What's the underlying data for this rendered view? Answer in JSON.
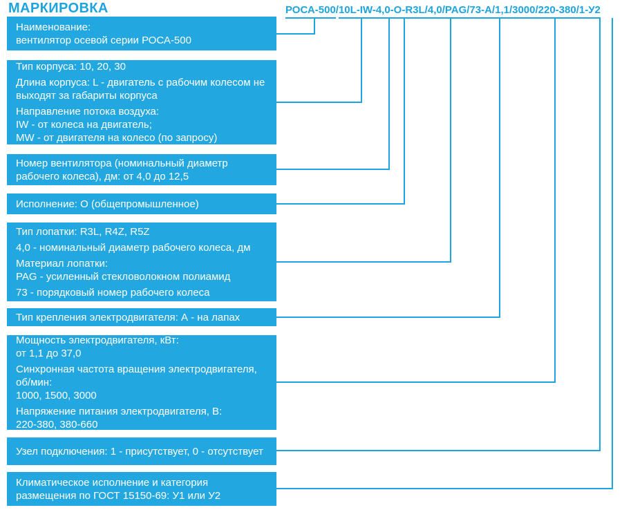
{
  "title": "МАРКИРОВКА",
  "colors": {
    "accent": "#1da4de",
    "box_fill": "#22a7e0",
    "box_text": "#ffffff",
    "background": "#ffffff"
  },
  "code": {
    "full": "РОСА-500/10L-IW-4,0-O-R3L/4,0/PAG/73-A/1,1/3000/220-380/1-У2",
    "prefix": "РОСА-500",
    "separator": "/",
    "rest": "10L-IW-4,0-O-R3L/4,0/PAG/73-A/1,1/3000/220-380/1-У2"
  },
  "boxes": [
    {
      "id": "name",
      "code_segment": "РОСА-500",
      "paragraphs": [
        "Наименование:\nвентилятор осевой серии РОСА-500"
      ]
    },
    {
      "id": "housing",
      "code_segment": "10L-IW",
      "paragraphs": [
        "Тип корпуса: 10, 20, 30",
        "Длина корпуса: L - двигатель с рабочим колесом не\nвыходят за габариты корпуса",
        "Направление потока воздуха:\nIW - от колеса на двигатель;\nMW - от двигателя на колесо (по запросу)"
      ]
    },
    {
      "id": "fan-number",
      "code_segment": "4,0",
      "paragraphs": [
        "Номер вентилятора (номинальный диаметр\nрабочего колеса), дм: от 4,0 до 12,5"
      ]
    },
    {
      "id": "design",
      "code_segment": "O",
      "paragraphs": [
        "Исполнение: О (общепромышленное)"
      ]
    },
    {
      "id": "blade",
      "code_segment": "R3L/4,0/PAG/73",
      "paragraphs": [
        "Тип лопатки: R3L, R4Z, R5Z",
        "4,0 - номинальный диаметр рабочего колеса, дм",
        "Материал лопатки:\nPAG - усиленный стекловолокном полиамид",
        "73 - порядковый номер рабочего колеса"
      ]
    },
    {
      "id": "motor-mount",
      "code_segment": "A",
      "paragraphs": [
        "Тип крепления электродвигателя: А - на лапах"
      ]
    },
    {
      "id": "motor-power",
      "code_segment": "1,1/3000/220-380",
      "paragraphs": [
        "Мощность электродвигателя, кВт:\nот 1,1 до 37,0",
        "Синхронная частота вращения электродвигателя,\nоб/мин:\n1000, 1500, 3000",
        "Напряжение питания электродвигателя, В:\n220-380, 380-660"
      ]
    },
    {
      "id": "connection-unit",
      "code_segment": "1",
      "paragraphs": [
        "Узел подключения: 1 - присутствует, 0 - отсутствует"
      ]
    },
    {
      "id": "climate",
      "code_segment": "У2",
      "paragraphs": [
        "Климатическое исполнение и категория\nразмещения по ГОСТ 15150-69: У1 или У2"
      ]
    }
  ]
}
